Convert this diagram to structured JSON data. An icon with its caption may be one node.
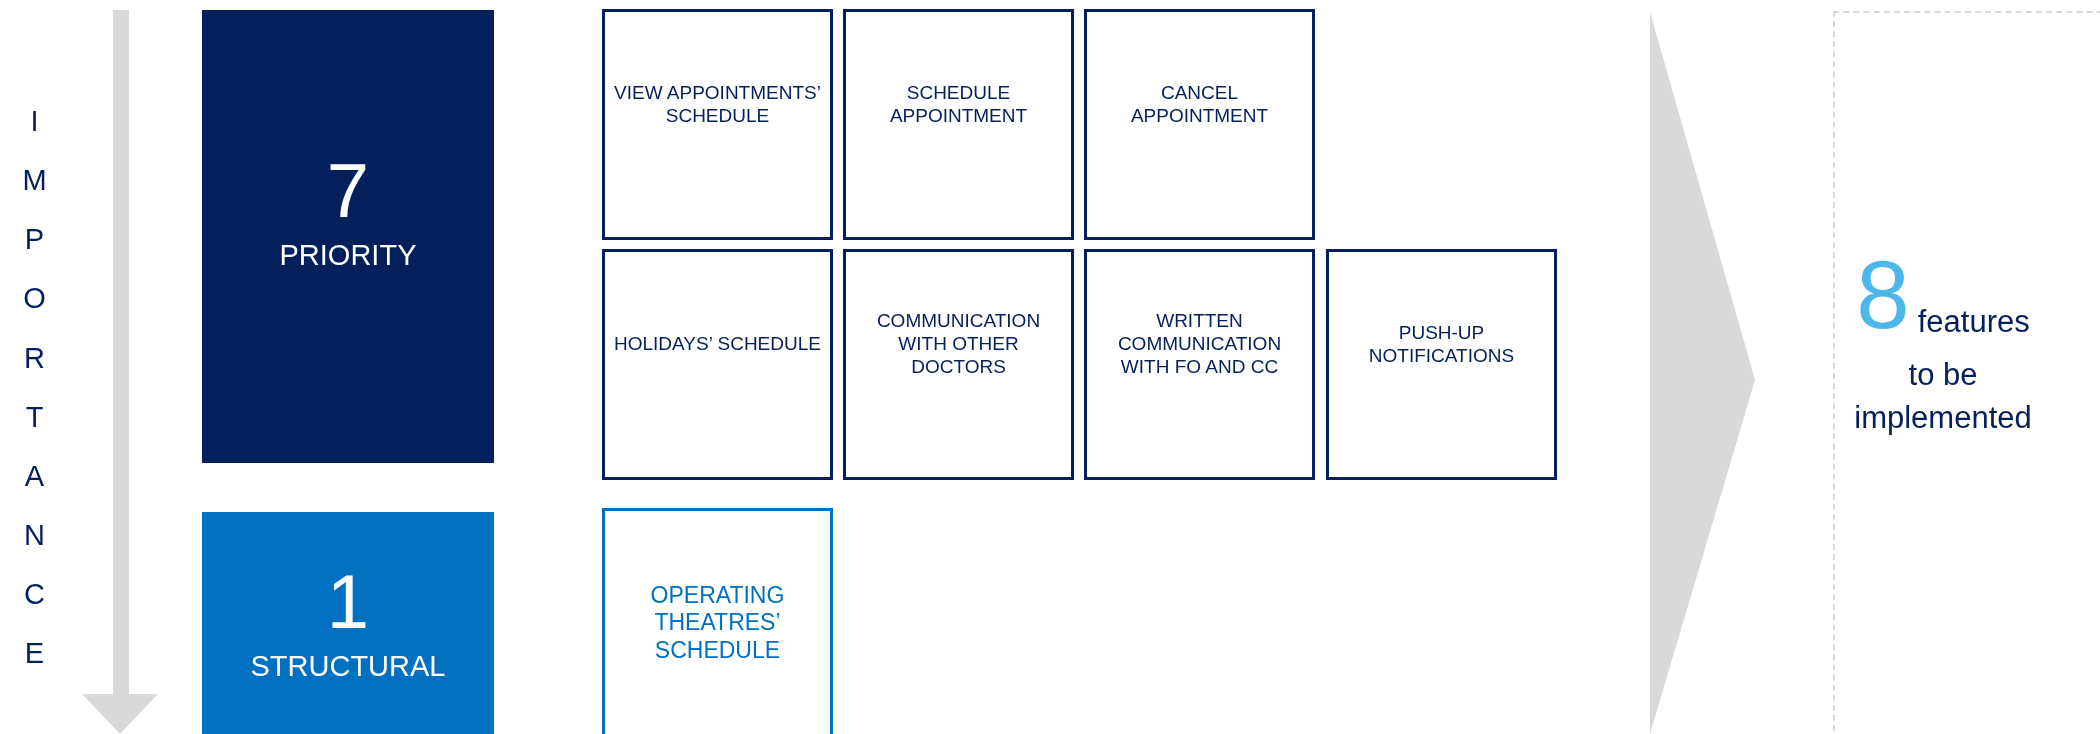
{
  "diagram": {
    "nodes": [
      {
        "text": [
          "7",
          "PRIORITY"
        ]
      },
      {
        "text": [
          "1",
          "STRUCTURAL"
        ]
      },
      {
        "text": [
          "VIEW APPOINTMENTS’ SCHEDULE"
        ]
      },
      {
        "text": [
          "SCHEDULE APPOINTMENT"
        ]
      },
      {
        "text": [
          "CANCEL APPOINTMENT"
        ]
      },
      {
        "text": [
          "HOLIDAYS’ SCHEDULE"
        ]
      },
      {
        "text": [
          "COMMUNICATION WITH OTHER DOCTORS"
        ]
      },
      {
        "text": [
          "WRITTEN COMMUNICATION WITH FO AND CC"
        ]
      },
      {
        "text": [
          "PUSH-UP NOTIFICATIONS"
        ]
      },
      {
        "text": [
          "OPERATING THEATRES’ SCHEDULE"
        ]
      },
      {
        "text": [
          "8",
          "features",
          "to be implemented"
        ]
      }
    ],
    "labels": [
      "IMPORTANCE"
    ]
  }
}
